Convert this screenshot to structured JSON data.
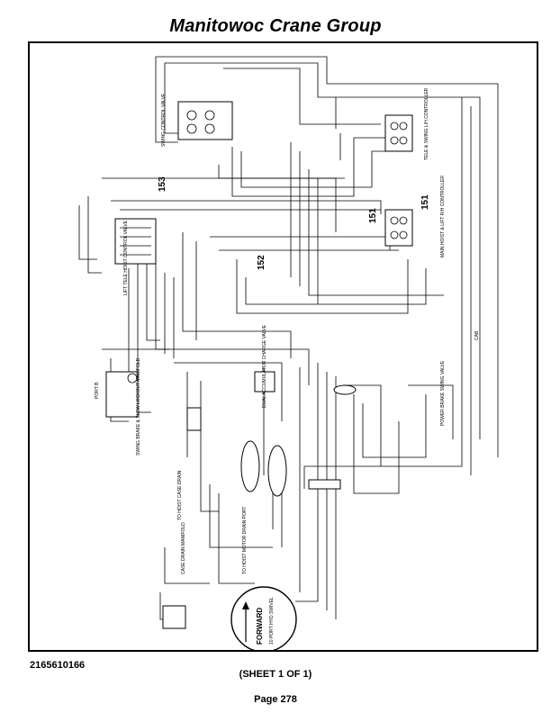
{
  "header": {
    "title": "Manitowoc Crane Group"
  },
  "footer": {
    "doc_number": "2165610166",
    "sheet": "(SHEET 1 OF 1)",
    "page": "Page 278"
  },
  "diagram": {
    "line_numbers": {
      "l153": "153",
      "l152": "152",
      "l151a": "151",
      "l151b": "151"
    },
    "labels": {
      "swing_control_valve": "SWING CONTROL VALVE",
      "tele_swing_controller": "TELE & SWING L/H CONTROLLER",
      "main_hoist_lift_controller": "MAIN HOIST & LIFT R/H CONTROLLER",
      "lift_tele_hoist_valve": "LIFT TELE HOIST CONTROL VALVE",
      "cab": "CAB",
      "port_b": "PORT B",
      "swing_brake_manifold": "SWING BRAKE & SLEW LOCKOUT MANIFOLD",
      "dual_accumulator": "DUAL ACCUMULATOR CHARGE VALVE",
      "power_brake_swing": "POWER BRAKE SWING VALVE",
      "hoist_case_drain": "TO HOIST CASE DRAIN",
      "case_drain_manifold": "CASE DRAIN MANIFOLD",
      "hoist_motor_drain": "TO HOIST MOTOR DRAIN PORT",
      "forward": "FORWARD",
      "swivel": "10 PORT HYD SWIVEL"
    }
  }
}
